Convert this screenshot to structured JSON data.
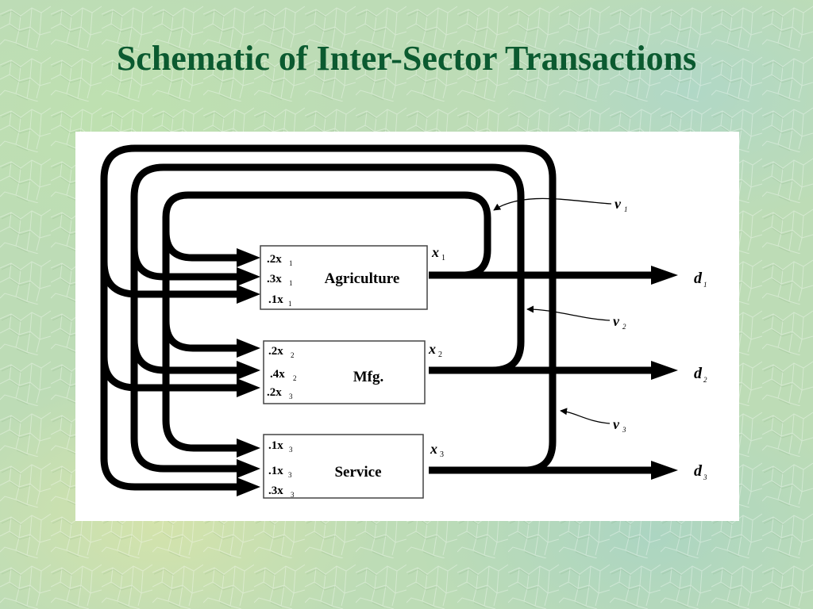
{
  "slide": {
    "title": "Schematic of Inter-Sector Transactions"
  },
  "diagram": {
    "sectors": [
      {
        "name": "Agriculture",
        "output": "x",
        "output_sub": "1",
        "demand": "d",
        "demand_sub": "1",
        "inputs": [
          {
            "coef": ".2x",
            "sub": "1"
          },
          {
            "coef": ".3x",
            "sub": "1"
          },
          {
            "coef": ".1x",
            "sub": "1"
          }
        ]
      },
      {
        "name": "Mfg.",
        "output": "x",
        "output_sub": "2",
        "demand": "d",
        "demand_sub": "2",
        "inputs": [
          {
            "coef": ".2x",
            "sub": "2"
          },
          {
            "coef": ".4x",
            "sub": "2"
          },
          {
            "coef": ".2x",
            "sub": "3"
          }
        ]
      },
      {
        "name": "Service",
        "output": "x",
        "output_sub": "3",
        "demand": "d",
        "demand_sub": "3",
        "inputs": [
          {
            "coef": ".1x",
            "sub": "3"
          },
          {
            "coef": ".1x",
            "sub": "3"
          },
          {
            "coef": ".3x",
            "sub": "3"
          }
        ]
      }
    ],
    "value_added": [
      {
        "label": "v",
        "sub": "1"
      },
      {
        "label": "v",
        "sub": "2"
      },
      {
        "label": "v",
        "sub": "3"
      }
    ]
  }
}
